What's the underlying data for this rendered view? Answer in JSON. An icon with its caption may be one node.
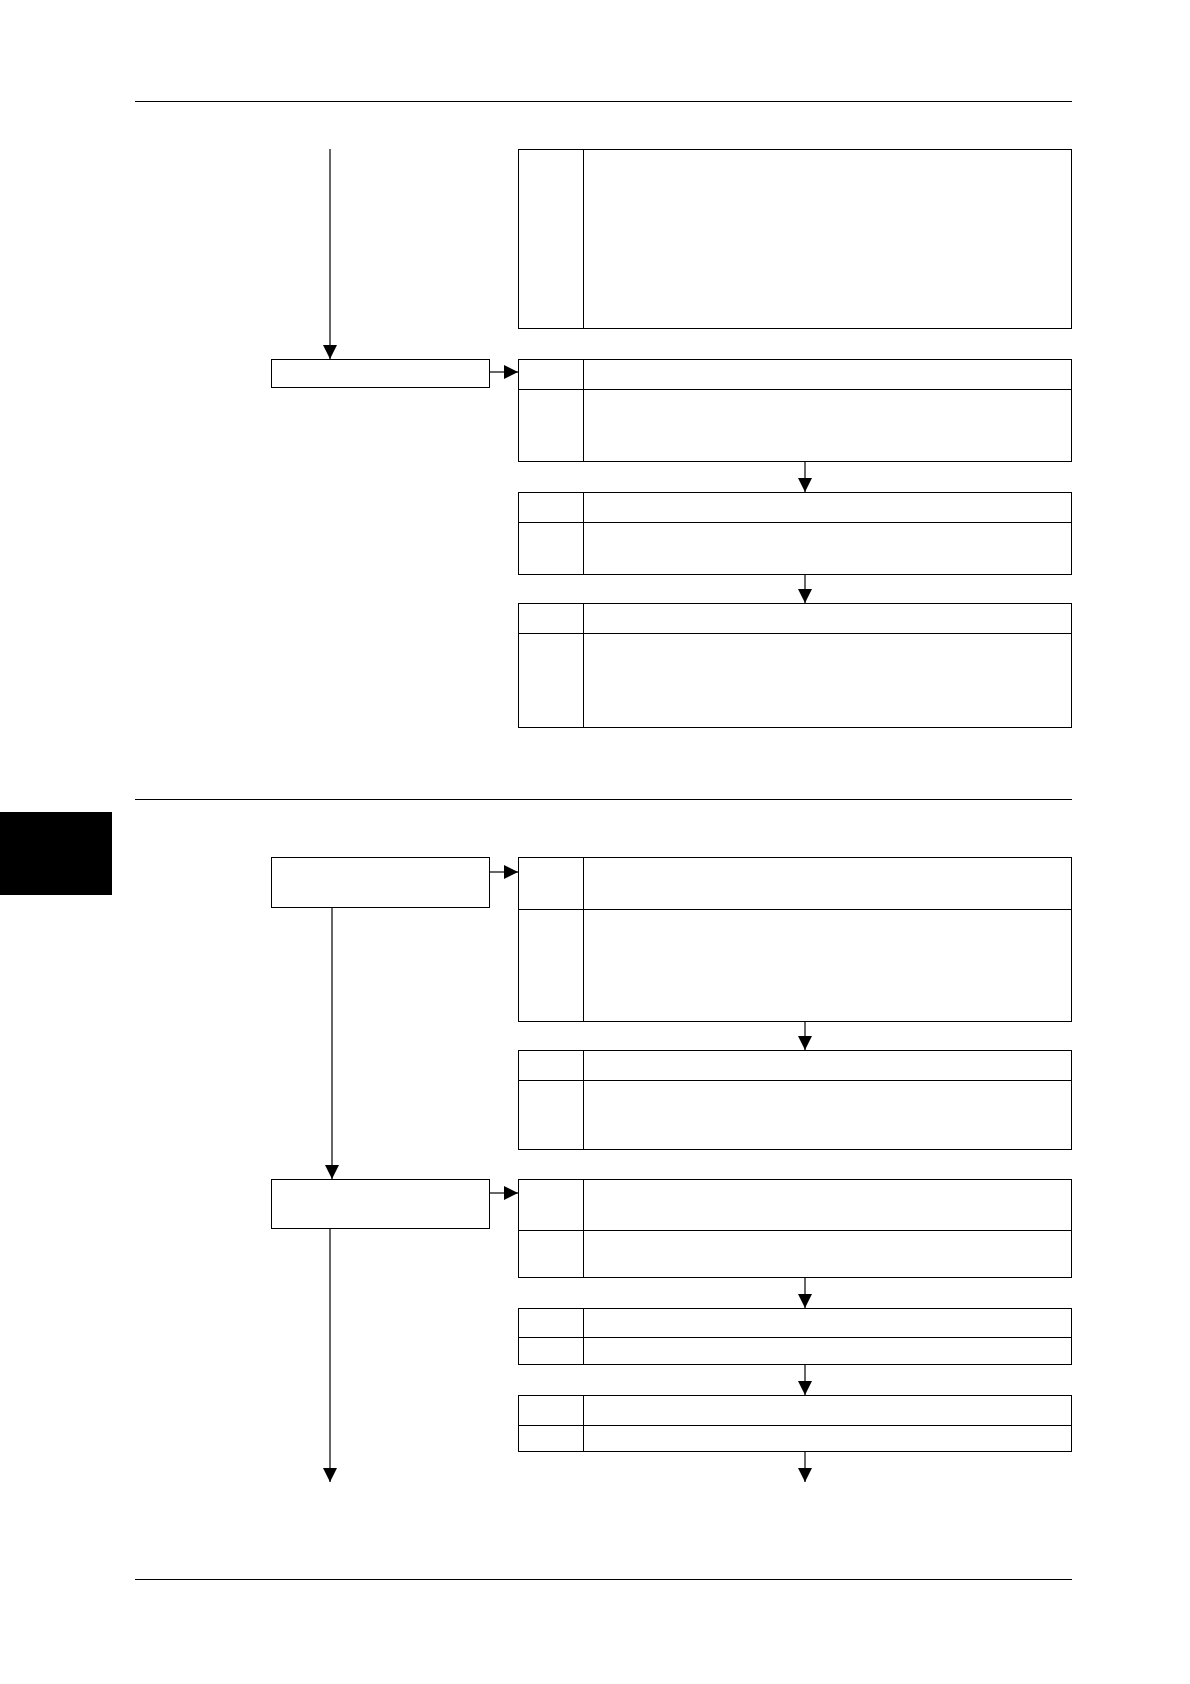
{
  "diagram": {
    "nodes": [
      {
        "text": [],
        "shape": "box"
      },
      {
        "text": [],
        "shape": "box"
      },
      {
        "text": [],
        "shape": "box"
      },
      {
        "text": [],
        "shape": "box"
      },
      {
        "text": [],
        "shape": "box"
      },
      {
        "text": [],
        "shape": "box"
      },
      {
        "text": [],
        "shape": "box"
      },
      {
        "text": [],
        "shape": "box"
      },
      {
        "text": [],
        "shape": "box"
      },
      {
        "text": [],
        "shape": "box"
      },
      {
        "text": [],
        "shape": "box"
      },
      {
        "text": [],
        "shape": "box"
      },
      {
        "text": [],
        "shape": "bar"
      }
    ],
    "edges": [
      {
        "from": null,
        "to": 1,
        "arrow": "to"
      },
      {
        "from": 1,
        "to": 2,
        "arrow": "to"
      },
      {
        "from": 2,
        "to": 3,
        "arrow": "to"
      },
      {
        "from": 3,
        "to": 4,
        "arrow": "to"
      },
      {
        "from": 5,
        "to": 6,
        "arrow": "to"
      },
      {
        "from": 6,
        "to": 7,
        "arrow": "to"
      },
      {
        "from": 5,
        "to": 8,
        "arrow": "to"
      },
      {
        "from": 8,
        "to": 9,
        "arrow": "to"
      },
      {
        "from": 9,
        "to": 10,
        "arrow": "to"
      },
      {
        "from": 10,
        "to": 11,
        "arrow": "to"
      },
      {
        "from": 8,
        "to": null,
        "arrow": "to"
      },
      {
        "from": 11,
        "to": null,
        "arrow": "to"
      }
    ]
  }
}
